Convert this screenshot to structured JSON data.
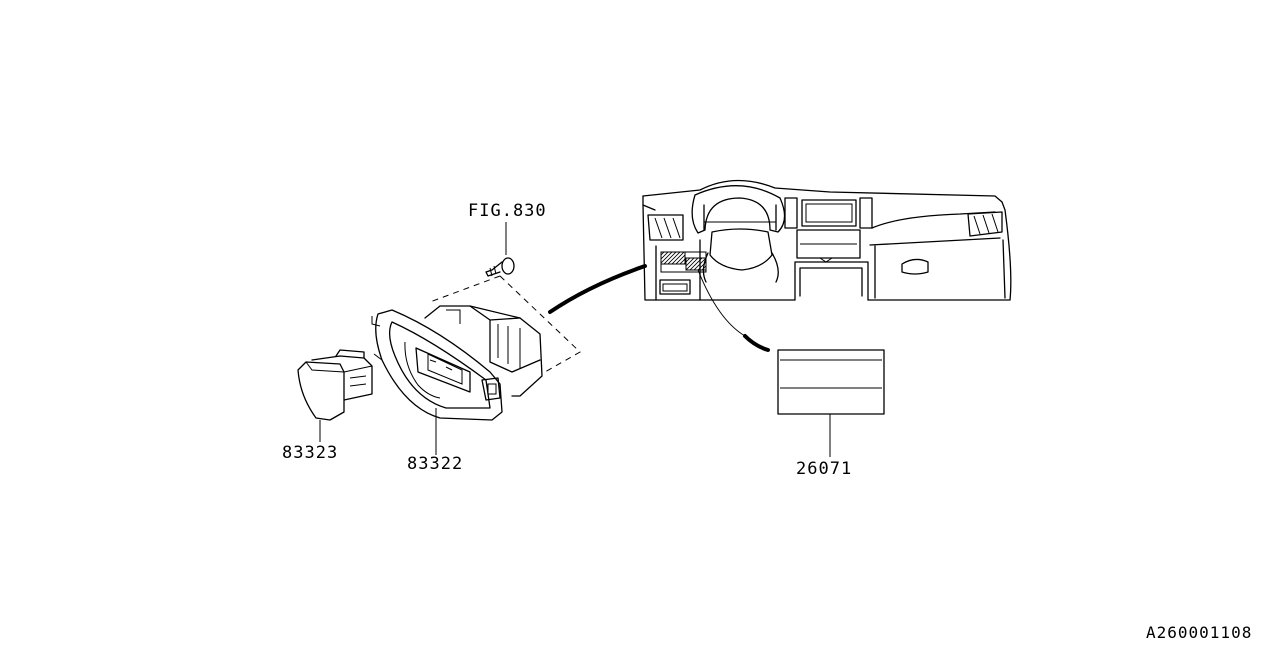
{
  "labels": {
    "fig_ref": "FIG.830",
    "part_switch": "83323",
    "part_panel": "83322",
    "part_label": "26071",
    "diagram_id": "A260001108"
  },
  "colors": {
    "ink": "#000000",
    "paper": "#ffffff"
  }
}
